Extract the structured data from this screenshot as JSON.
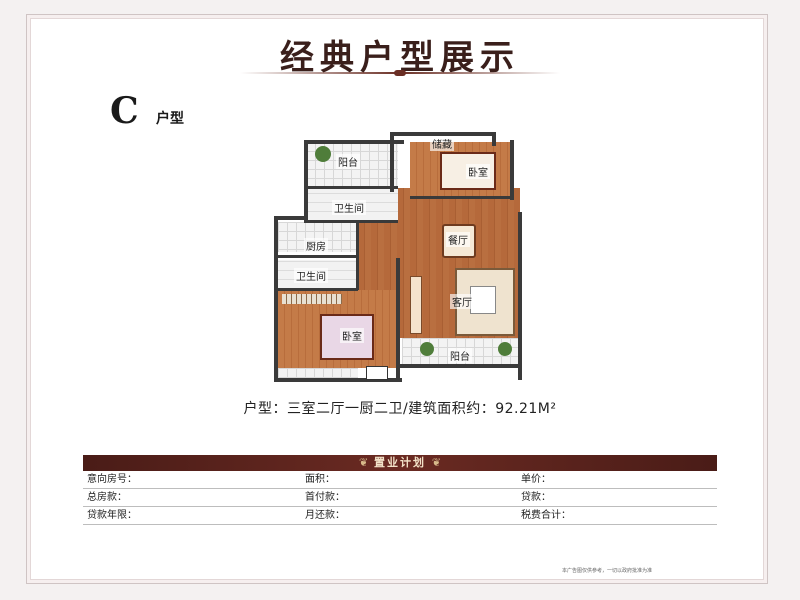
{
  "title": "经典户型展示",
  "type_letter": "C",
  "type_suffix": "户型",
  "rooms": {
    "balcony_top": "阳台",
    "storage": "储藏",
    "bedroom_top": "卧室",
    "bathroom_top": "卫生间",
    "dining": "餐厅",
    "kitchen": "厨房",
    "bathroom_mid": "卫生间",
    "living": "客厅",
    "bedroom_main": "卧室",
    "balcony_bottom": "阳台"
  },
  "summary": "户型：三室二厅一厨二卫/建筑面积约：92.21M²",
  "plan_table": {
    "header": "置业计划",
    "header_ornament_left": "❦",
    "header_ornament_right": "❦",
    "rows": [
      {
        "c1": "意向房号：",
        "c2": "面积：",
        "c3": "单价："
      },
      {
        "c1": "总房款：",
        "c2": "首付款：",
        "c3": "贷款："
      },
      {
        "c1": "贷款年限：",
        "c2": "月还款：",
        "c3": "税费合计："
      }
    ]
  },
  "footnote": "本广告图仅供参考，一切以政府批准为准",
  "colors": {
    "header_bg": "#5a231d",
    "title_text": "#3a1f1b",
    "wood_floor": "#b5693b"
  }
}
